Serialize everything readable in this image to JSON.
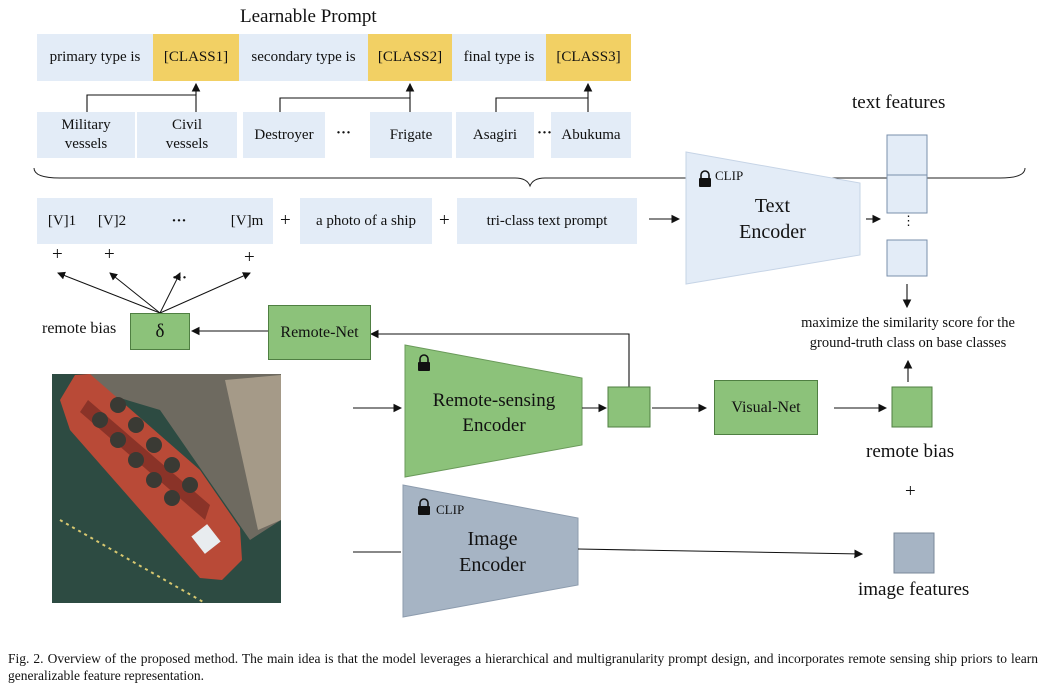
{
  "prompt": {
    "title": "Learnable  Prompt",
    "segments": [
      "primary type is",
      "[CLASS1]",
      "secondary type is",
      "[CLASS2]",
      "final type is",
      "[CLASS3]"
    ]
  },
  "classes": {
    "primary": [
      "Military\nvessels",
      "Civil\nvessels"
    ],
    "secondary": [
      "Destroyer",
      "···",
      "Frigate"
    ],
    "final": [
      "Asagiri",
      "···",
      "Abukuma"
    ]
  },
  "context": {
    "tokens": [
      "[V]1",
      "[V]2",
      "···",
      "[V]m"
    ],
    "plus": "+",
    "photo": "a photo of a ship",
    "tri": "tri-class text prompt",
    "dots": "···"
  },
  "remote": {
    "bias_label": "remote bias",
    "delta": "δ",
    "remote_net": "Remote-Net",
    "encoder": "Remote-sensing\nEncoder",
    "visual_net": "Visual-Net"
  },
  "text_encoder": {
    "badge": "CLIP",
    "label": "Text\nEncoder"
  },
  "image_encoder": {
    "badge": "CLIP",
    "label": "Image\nEncoder"
  },
  "outputs": {
    "text_features": "text features",
    "vdots": "⋮",
    "maximize": "maximize the similarity score for the\nground-truth class on base classes",
    "remote_bias": "remote bias",
    "plus": "+",
    "image_features": "image features"
  },
  "caption": "Fig. 2.   Overview of the proposed method. The main idea is that the model leverages a hierarchical and multigranularity prompt design, and incorporates remote sensing ship priors to learn generalizable feature representation.",
  "colors": {
    "light_blue": "#e3ecf7",
    "yellow": "#f2d064",
    "green": "#8cc27a",
    "gray": "#a6b4c4"
  },
  "icons": [
    "lock-icon",
    "ship-image"
  ]
}
